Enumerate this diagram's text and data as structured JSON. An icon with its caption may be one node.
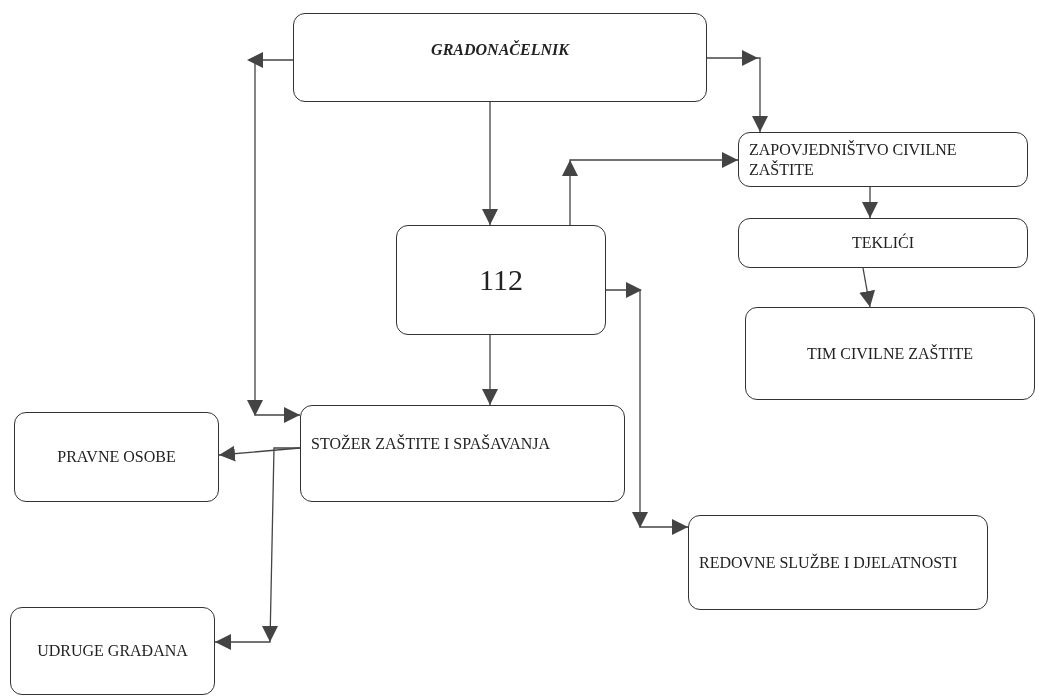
{
  "diagram": {
    "nodes": [
      {
        "text": [
          "GRADONAČELNIK"
        ]
      },
      {
        "text": [
          "ZAPOVJEDNIŠTVO CIVILNE ZAŠTITE"
        ]
      },
      {
        "text": [
          "112"
        ]
      },
      {
        "text": [
          "TEKLIĆI"
        ]
      },
      {
        "text": [
          "TIM CIVILNE ZAŠTITE"
        ]
      },
      {
        "text": [
          "PRAVNE OSOBE"
        ]
      },
      {
        "text": [
          "STOŽER ZAŠTITE I SPAŠAVANJA"
        ]
      },
      {
        "text": [
          "REDOVNE SLUŽBE I DJELATNOSTI"
        ]
      },
      {
        "text": [
          "UDRUGE GRAĐANA"
        ]
      }
    ],
    "edges": [
      {
        "from": 0,
        "to": 6,
        "arrow": "to"
      },
      {
        "from": 0,
        "to": 1,
        "arrow": "to"
      },
      {
        "from": 0,
        "to": 2,
        "arrow": "to"
      },
      {
        "from": 2,
        "to": 1,
        "arrow": "to"
      },
      {
        "from": 1,
        "to": 3,
        "arrow": "to"
      },
      {
        "from": 3,
        "to": 4,
        "arrow": "to"
      },
      {
        "from": 2,
        "to": 6,
        "arrow": "to"
      },
      {
        "from": 2,
        "to": 7,
        "arrow": "to"
      },
      {
        "from": 6,
        "to": 5,
        "arrow": "to"
      },
      {
        "from": 6,
        "to": 8,
        "arrow": "to"
      }
    ]
  }
}
